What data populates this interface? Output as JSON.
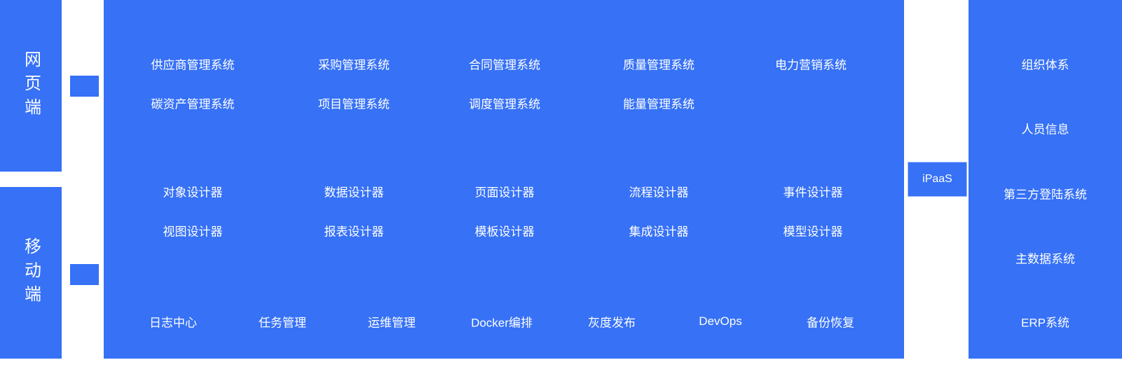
{
  "colors": {
    "primary": "#3671f6",
    "label_text": "#ffffff",
    "background": "#ffffff"
  },
  "left_panels": {
    "web": {
      "label": "网页端"
    },
    "mobile": {
      "label": "移动端"
    }
  },
  "main_panel": {
    "business_systems_row1": [
      "供应商管理系统",
      "采购管理系统",
      "合同管理系统",
      "质量管理系统",
      "电力营销系统"
    ],
    "business_systems_row2": [
      "碳资产管理系统",
      "项目管理系统",
      "调度管理系统",
      "能量管理系统"
    ],
    "designers_row1": [
      "对象设计器",
      "数据设计器",
      "页面设计器",
      "流程设计器",
      "事件设计器"
    ],
    "designers_row2": [
      "视图设计器",
      "报表设计器",
      "模板设计器",
      "集成设计器",
      "模型设计器"
    ],
    "ops_row": [
      "日志中心",
      "任务管理",
      "运维管理",
      "Docker编排",
      "灰度发布",
      "DevOps",
      "备份恢复"
    ]
  },
  "ipaas_box": {
    "label": "iPaaS"
  },
  "right_panel": {
    "items": [
      "组织体系",
      "人员信息",
      "第三方登陆系统",
      "主数据系统",
      "ERP系统"
    ]
  }
}
